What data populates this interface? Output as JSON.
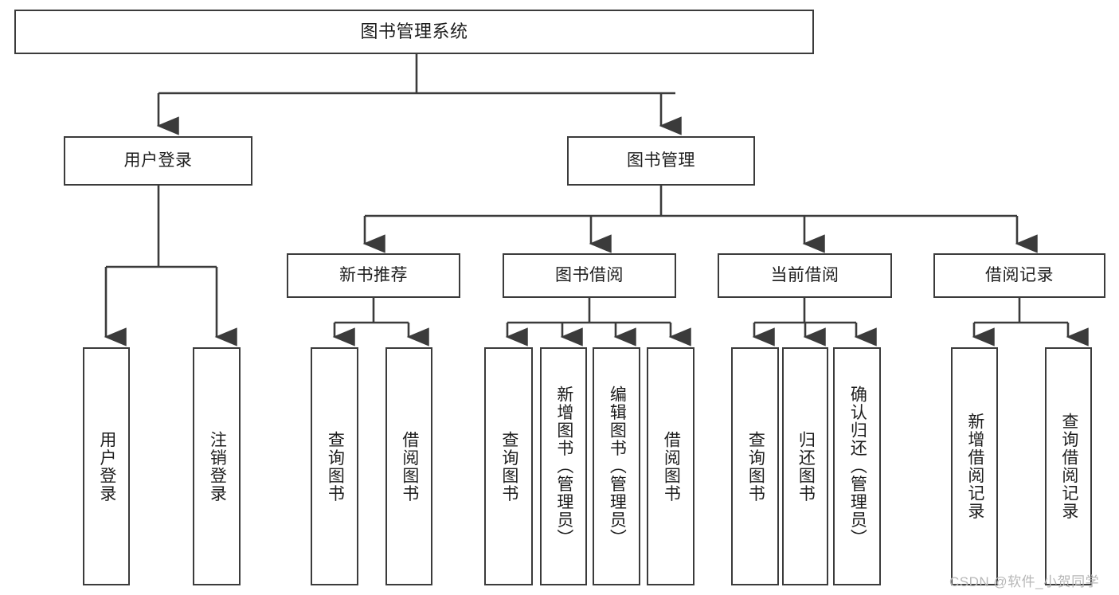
{
  "diagram": {
    "type": "tree-hierarchy-chart",
    "title": "图书管理系统",
    "line_color": "#3b3b3b",
    "box_fill": "#ffffff",
    "text_color": "#1d1d1d",
    "watermark": "CSDN @软件_小贺同学",
    "watermark_color": "#b7b7b7",
    "nodes": {
      "root": {
        "label": "图书管理系统"
      },
      "level1": [
        {
          "label": "用户登录"
        },
        {
          "label": "图书管理"
        }
      ],
      "level2": [
        {
          "label": "新书推荐"
        },
        {
          "label": "图书借阅"
        },
        {
          "label": "当前借阅"
        },
        {
          "label": "借阅记录"
        }
      ],
      "leaves_user_login": [
        {
          "label": "用户登录"
        },
        {
          "label": "注销登录"
        }
      ],
      "leaves_new_book": [
        {
          "label": "查询图书"
        },
        {
          "label": "借阅图书"
        }
      ],
      "leaves_borrow": [
        {
          "label": "查询图书"
        },
        {
          "label": "新增图书（管理员）"
        },
        {
          "label": "编辑图书（管理员）"
        },
        {
          "label": "借阅图书"
        }
      ],
      "leaves_current": [
        {
          "label": "查询图书"
        },
        {
          "label": "归还图书"
        },
        {
          "label": "确认归还（管理员）"
        }
      ],
      "leaves_records": [
        {
          "label": "新增借阅记录"
        },
        {
          "label": "查询借阅记录"
        }
      ]
    }
  }
}
